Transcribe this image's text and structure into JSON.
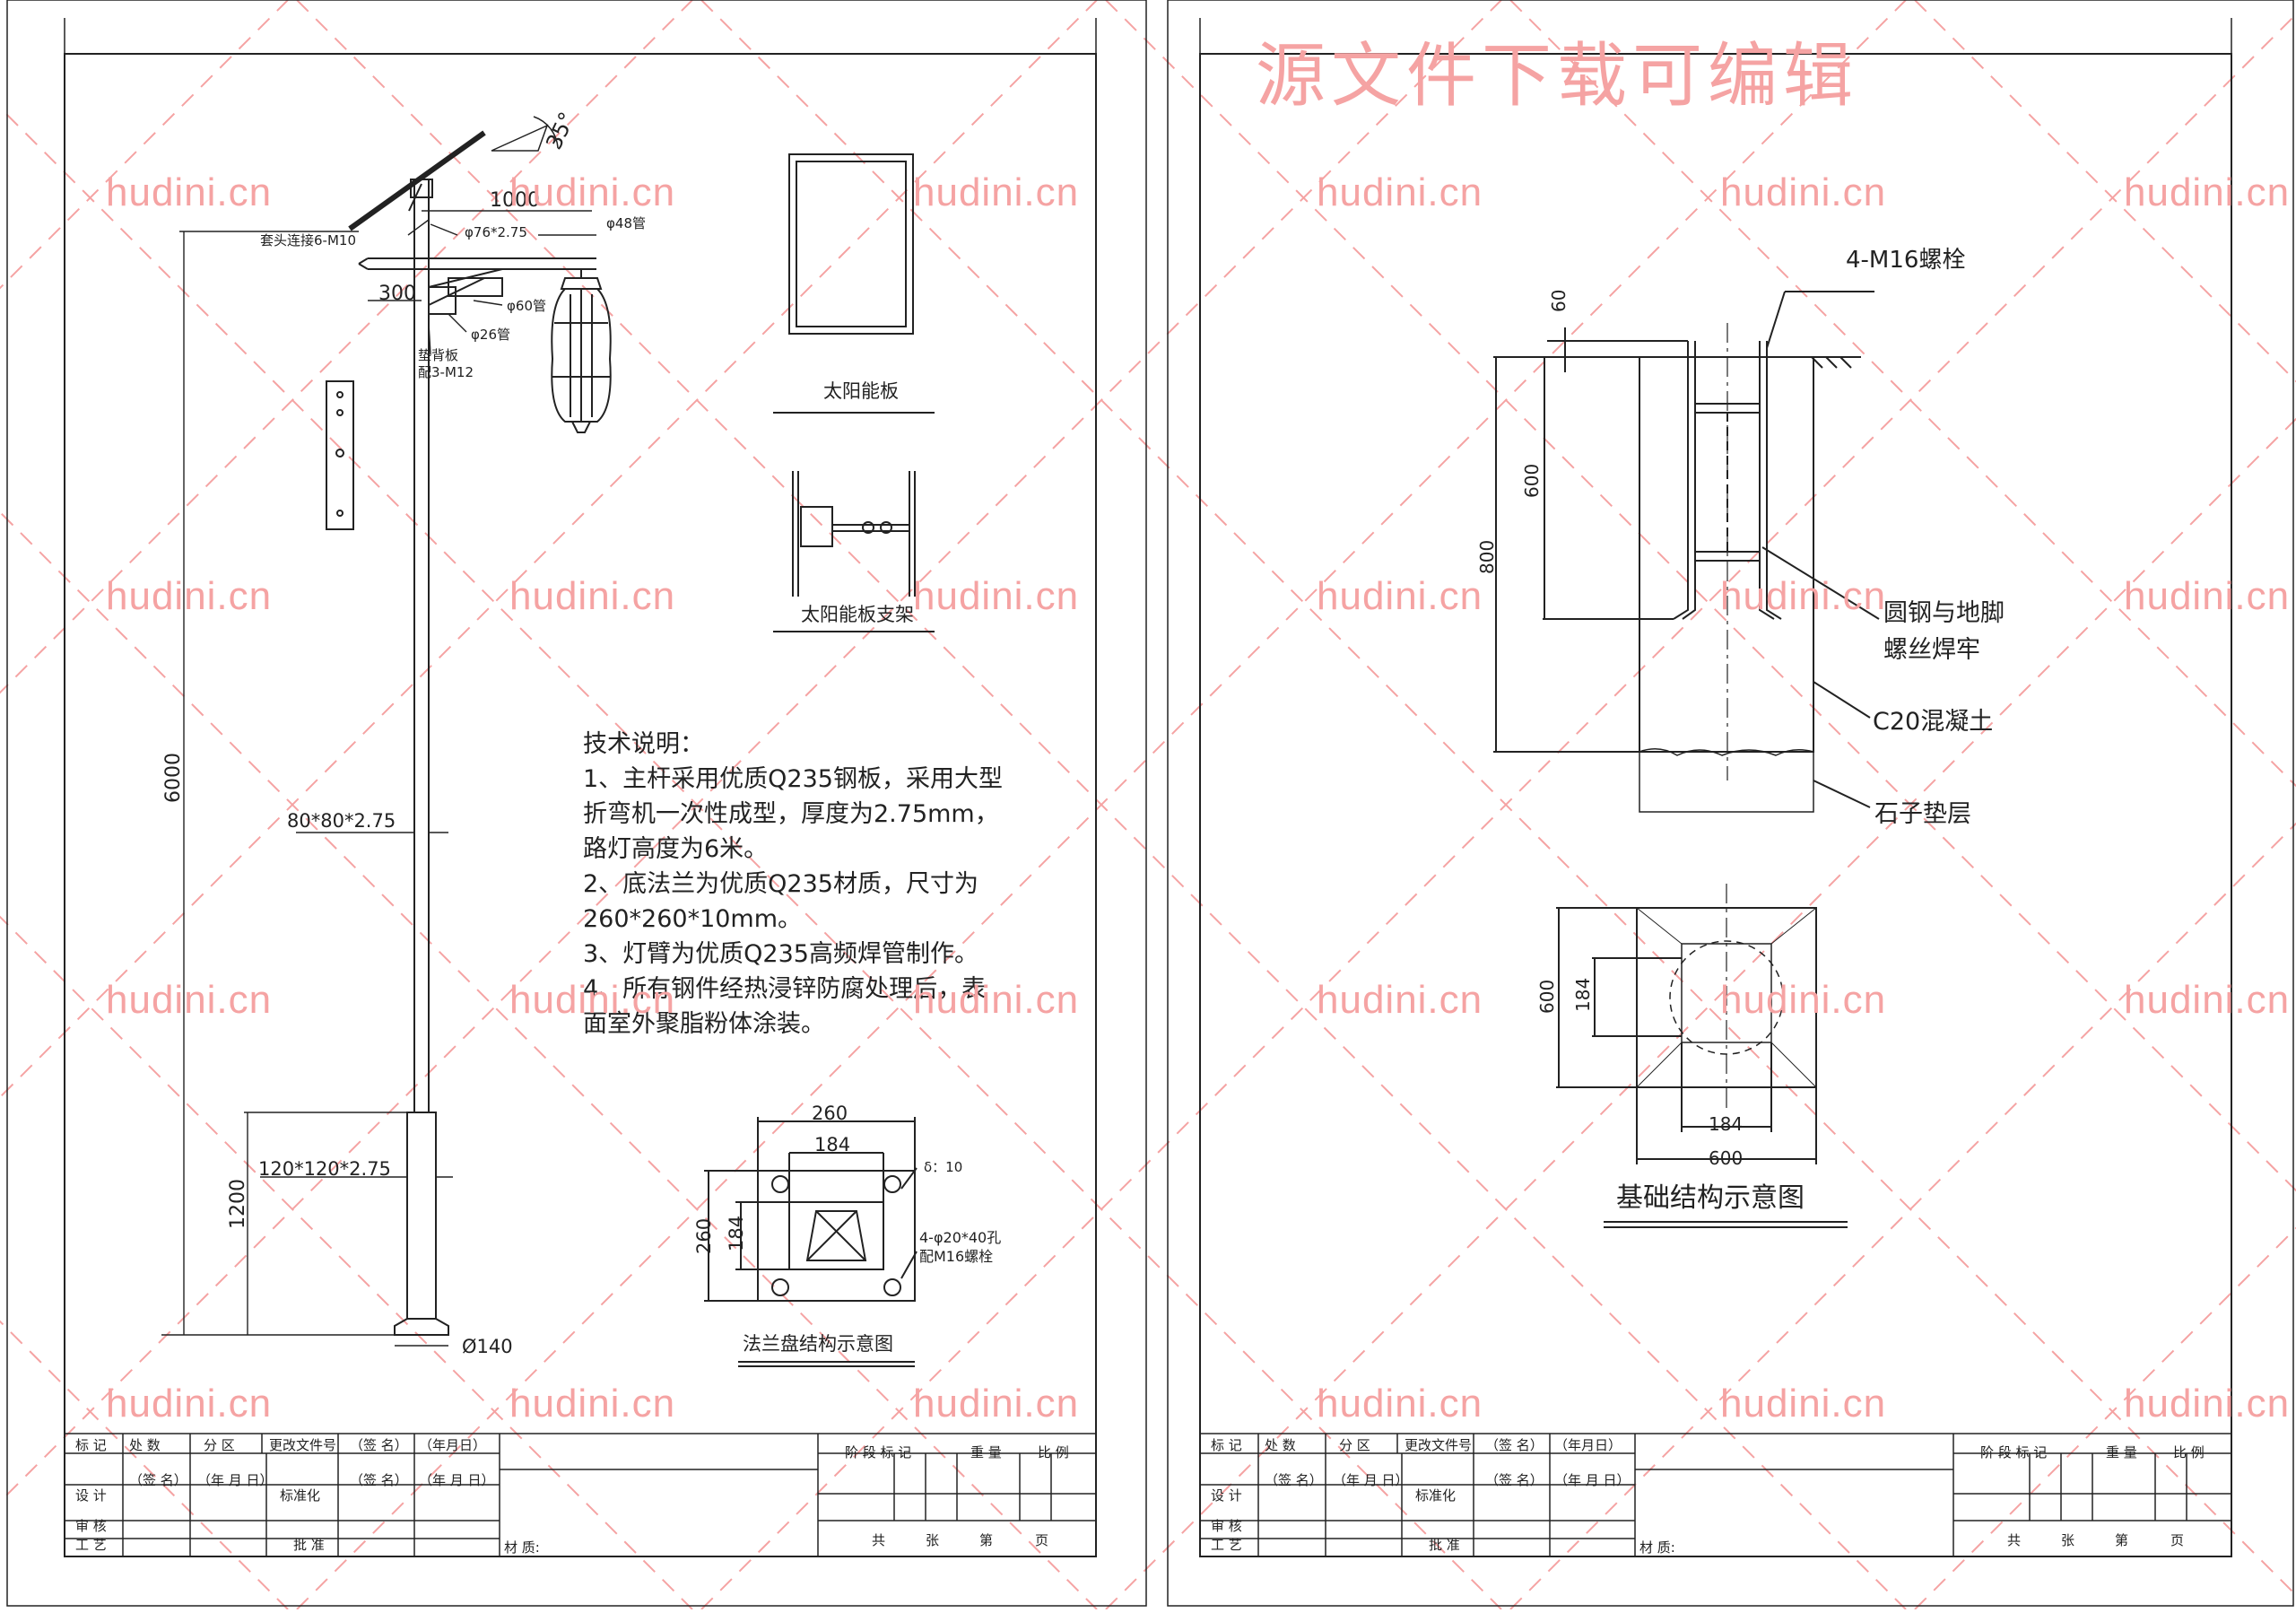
{
  "watermark": {
    "text": "hudini.cn",
    "banner": "源文件下载可编辑",
    "color": "#f5a3a3"
  },
  "left_sheet": {
    "angle": "35°",
    "dims": {
      "arm_length": "1000",
      "arm_short": "300",
      "pole_height": "6000",
      "base_height": "1200",
      "upper_pole": "80*80*2.75",
      "lower_pole": "120*120*2.75",
      "base_dia": "Ø140"
    },
    "labels": {
      "connector": "套头连接6-M10",
      "pipe76": "φ76*2.75",
      "pipe48": "φ48管",
      "pipe60": "φ60管",
      "pipe26": "φ26管",
      "plate1": "垫背板",
      "plate2": "配3-M12"
    },
    "solar_panel_caption": "太阳能板",
    "bracket_caption": "太阳能板支架",
    "tech_notes": {
      "title": "技术说明：",
      "lines": [
        "1、主杆采用优质Q235钢板，采用大型",
        "折弯机一次性成型，厚度为2.75mm，",
        "路灯高度为6米。",
        "2、底法兰为优质Q235材质，尺寸为",
        "260*260*10mm。",
        "3、灯臂为优质Q235高频焊管制作。",
        "4、所有钢件经热浸锌防腐处理后，表",
        "面室外聚脂粉体涂装。"
      ]
    },
    "flange": {
      "dim_outer": "260",
      "dim_inner": "184",
      "dim_side_outer": "260",
      "dim_side_inner": "184",
      "thickness": "δ：10",
      "holes1": "4-φ20*40孔",
      "holes2": "配M16螺栓",
      "caption": "法兰盘结构示意图"
    }
  },
  "right_sheet": {
    "bolt_label": "4-M16螺栓",
    "dims": {
      "d60": "60",
      "d600": "600",
      "d800": "800",
      "plan_side": "600",
      "plan_inner": "184",
      "plan_bottom_inner": "184",
      "plan_bottom": "600"
    },
    "labels": {
      "weld1": "圆钢与地脚",
      "weld2": "螺丝焊牢",
      "concrete": "C20混凝土",
      "gravel": "石子垫层"
    },
    "caption": "基础结构示意图"
  },
  "title_block": {
    "row1": [
      "标 记",
      "处 数",
      "分 区",
      "更改文件号",
      "（签 名）",
      "（年月日）"
    ],
    "row2": [
      "设 计",
      "（签 名）",
      "（年 月 日）",
      "标准化",
      "（签 名）",
      "（年 月 日）"
    ],
    "row3": [
      "审 核"
    ],
    "row4": [
      "工 艺",
      "批 准",
      "材 质:"
    ],
    "stage": "阶 段 标 记",
    "weight": "重 量",
    "scale": "比 例",
    "sheets": [
      "共",
      "张",
      "第",
      "页"
    ]
  }
}
